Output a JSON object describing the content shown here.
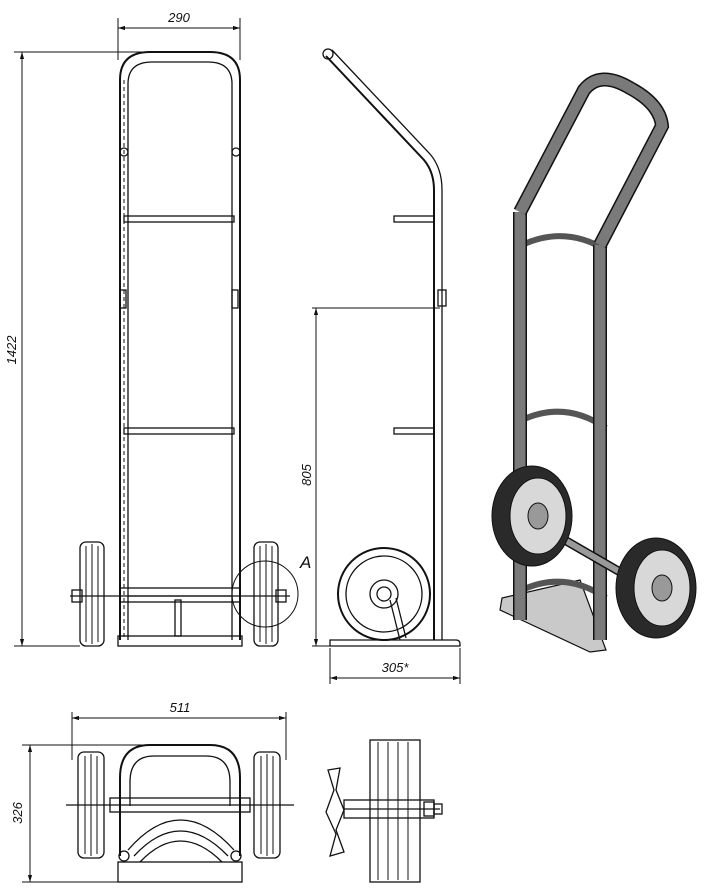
{
  "dimensions": {
    "front_width": "290",
    "overall_height": "1422",
    "axle_height": "805",
    "wheel_depth": "305*",
    "plan_width": "511",
    "plan_depth": "326"
  },
  "detail_label": "A",
  "colors": {
    "line": "#111111",
    "frame_3d": "#7a7a7a",
    "plate_3d": "#c9c9c9",
    "tire_3d": "#2a2a2a"
  }
}
